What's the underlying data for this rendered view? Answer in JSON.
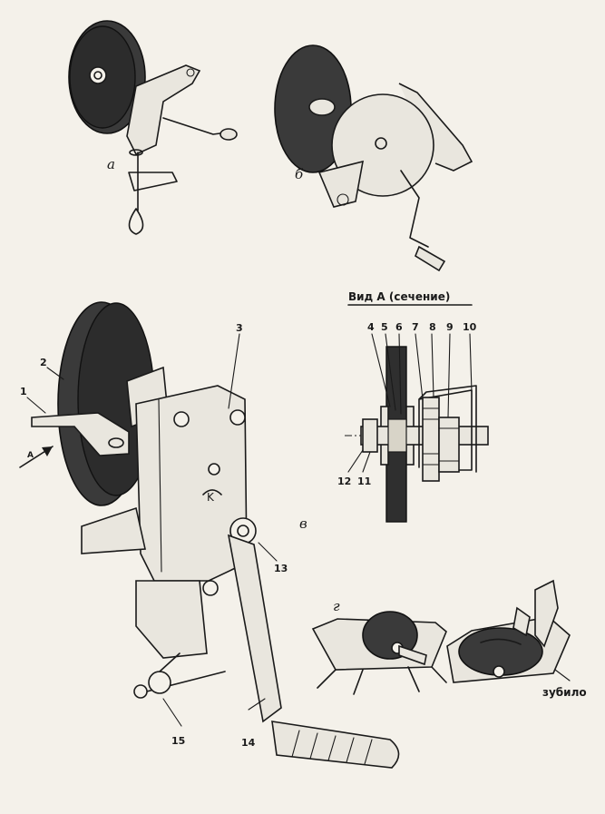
{
  "figure_letters": {
    "a": "а",
    "b": "б",
    "v": "в",
    "g": "г"
  },
  "view_a_title": "Вид А (сечение)",
  "arrow_label": "А",
  "chisel_label": "зубило",
  "callouts": [
    "1",
    "2",
    "3",
    "4",
    "5",
    "6",
    "7",
    "8",
    "9",
    "10",
    "11",
    "12",
    "13",
    "14",
    "15"
  ],
  "section_labels_top": [
    "4",
    "5",
    "6",
    "7",
    "8",
    "9",
    "10"
  ],
  "section_labels_bottom": [
    "12",
    "11"
  ]
}
